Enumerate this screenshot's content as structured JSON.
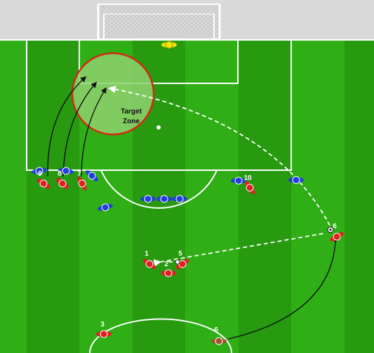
{
  "colors": {
    "pitch_light": "#2fae16",
    "pitch_dark": "#279a10",
    "lines": "#ffffff",
    "surround": "#d9d9d9",
    "red_team": "#e02020",
    "blue_team": "#1f3fd8",
    "goalkeeper": "#f2e600",
    "target_zone_fill": "#8fd16f",
    "target_zone_border": "#d32a10"
  },
  "target_zone": {
    "line1": "Target",
    "line2": "Zone"
  },
  "player_labels": {
    "p9": "9",
    "p8": "8",
    "p7": "7",
    "p10": "10",
    "p1": "1",
    "p2": "2",
    "p5": "5",
    "p6_corner": "6",
    "p3": "3",
    "p6_bottom": "6"
  }
}
